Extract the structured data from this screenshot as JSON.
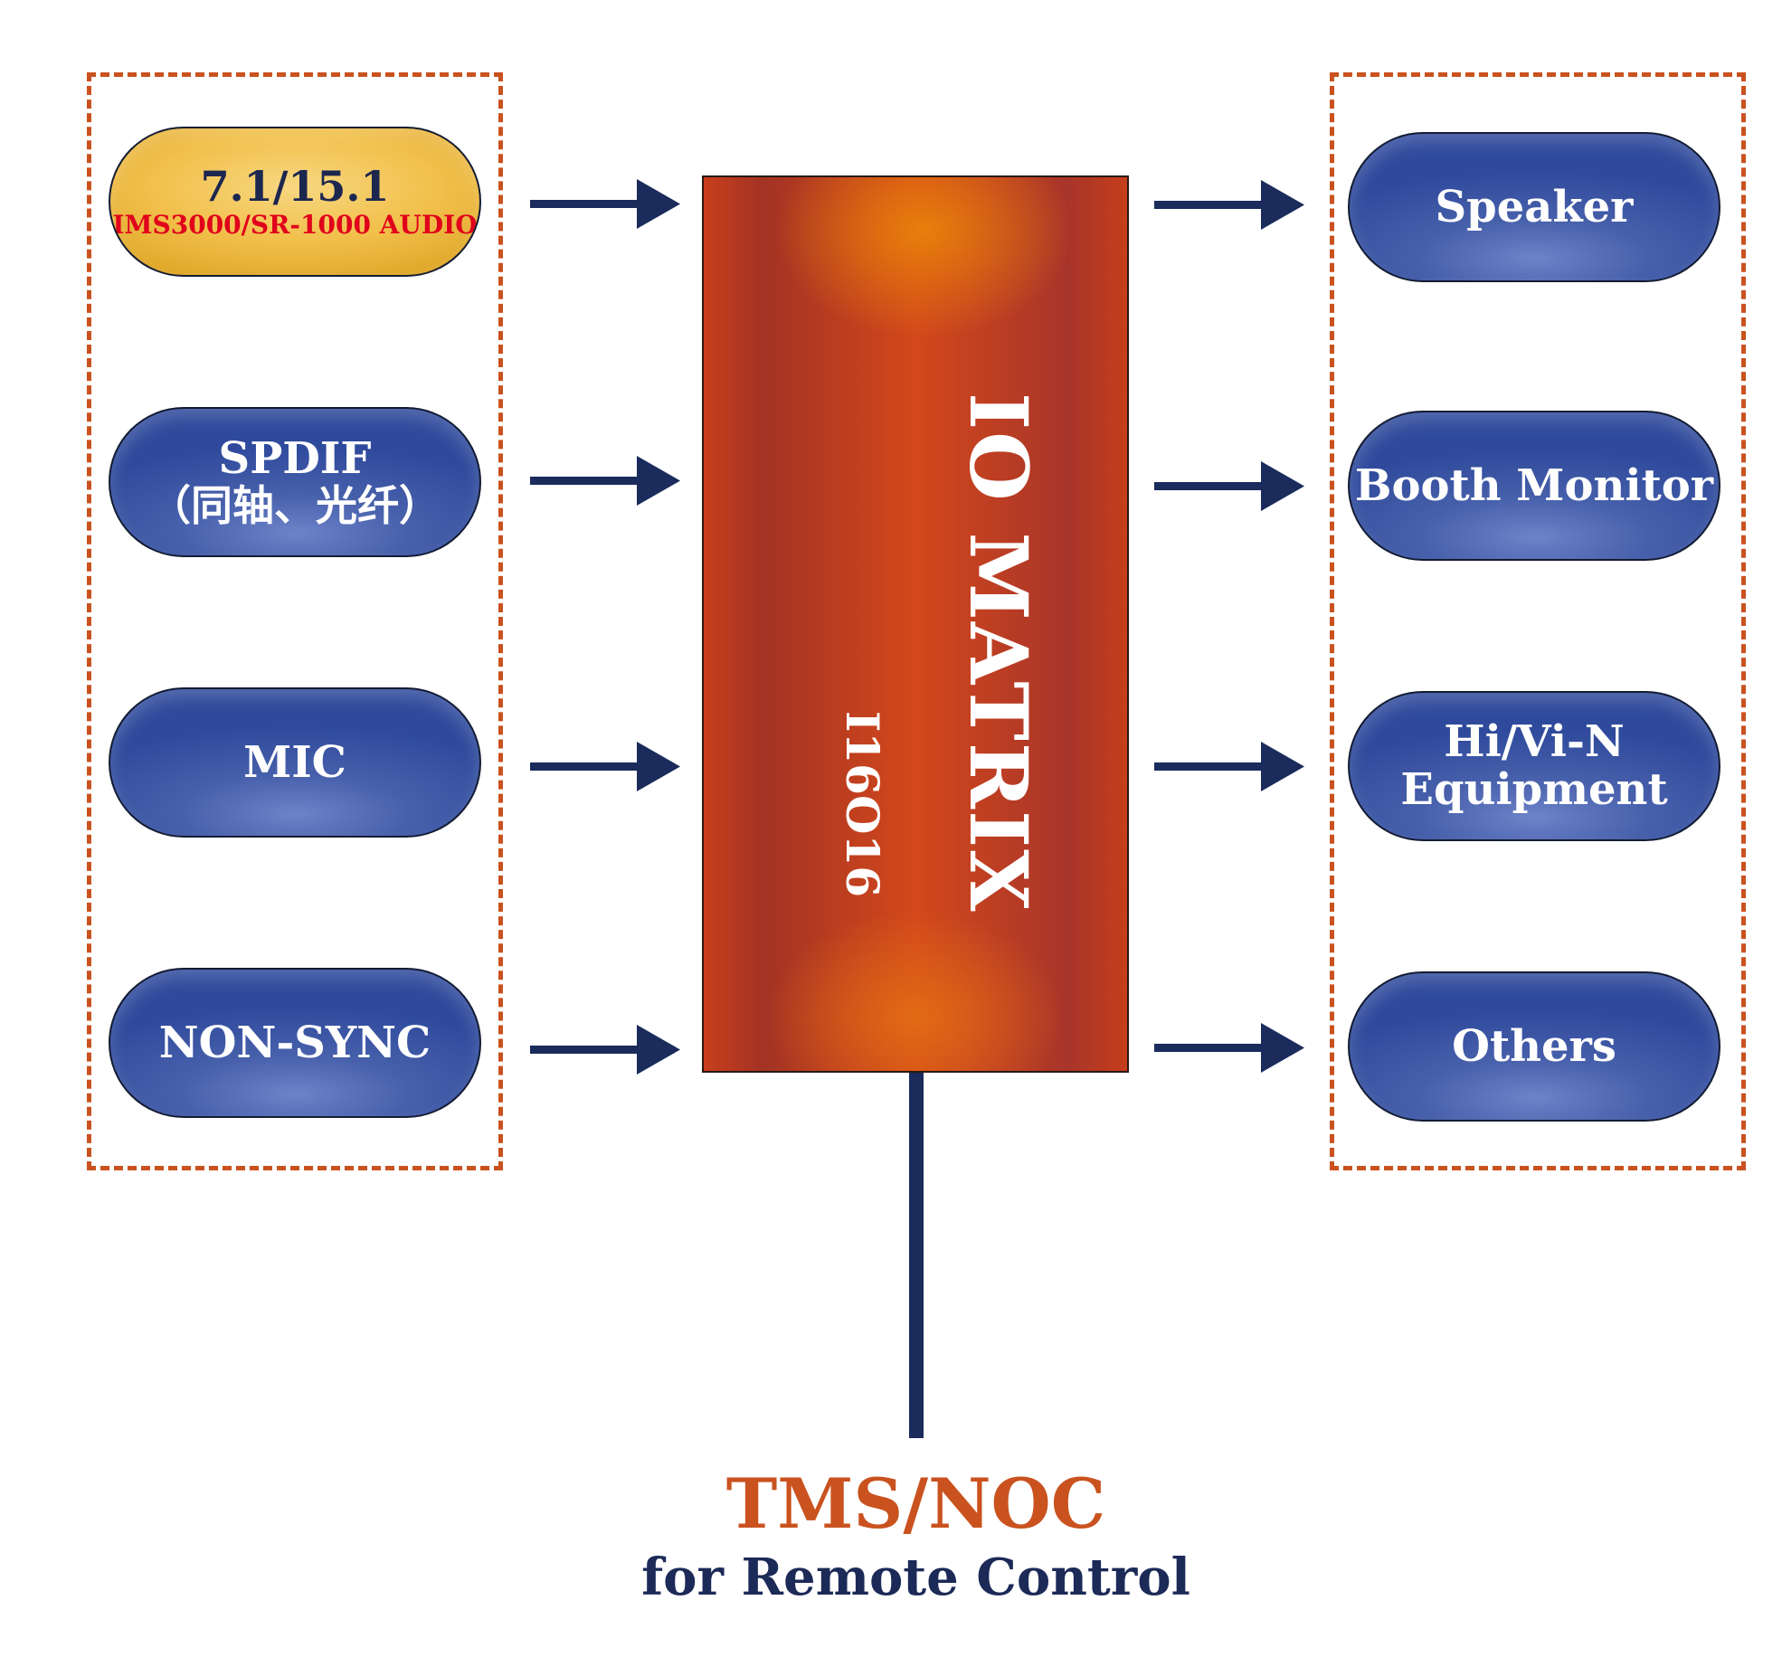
{
  "inputs": [
    {
      "label": "7.1/15.1",
      "sub": "(IMS3000/SR-1000 AUDIO)"
    },
    {
      "label": "SPDIF",
      "sub": "（同轴、光纤）"
    },
    {
      "label": "MIC"
    },
    {
      "label": "NON-SYNC"
    }
  ],
  "outputs": [
    {
      "label": "Speaker"
    },
    {
      "label": "Booth Monitor"
    },
    {
      "label": "Hi/Vi-N",
      "sub": "Equipment"
    },
    {
      "label": "Others"
    }
  ],
  "matrix": {
    "title": "IO MATRIX",
    "subtitle": "I16O16"
  },
  "remote": {
    "title": "TMS/NOC",
    "subtitle": "for Remote Control"
  },
  "colors": {
    "dash": "#c9521f",
    "arrow": "#1a2b5c",
    "pill_blue": "#3a54a4",
    "pill_gold": "#f2c04b",
    "matrix": "#d3481b",
    "red_text": "#e0001b"
  }
}
